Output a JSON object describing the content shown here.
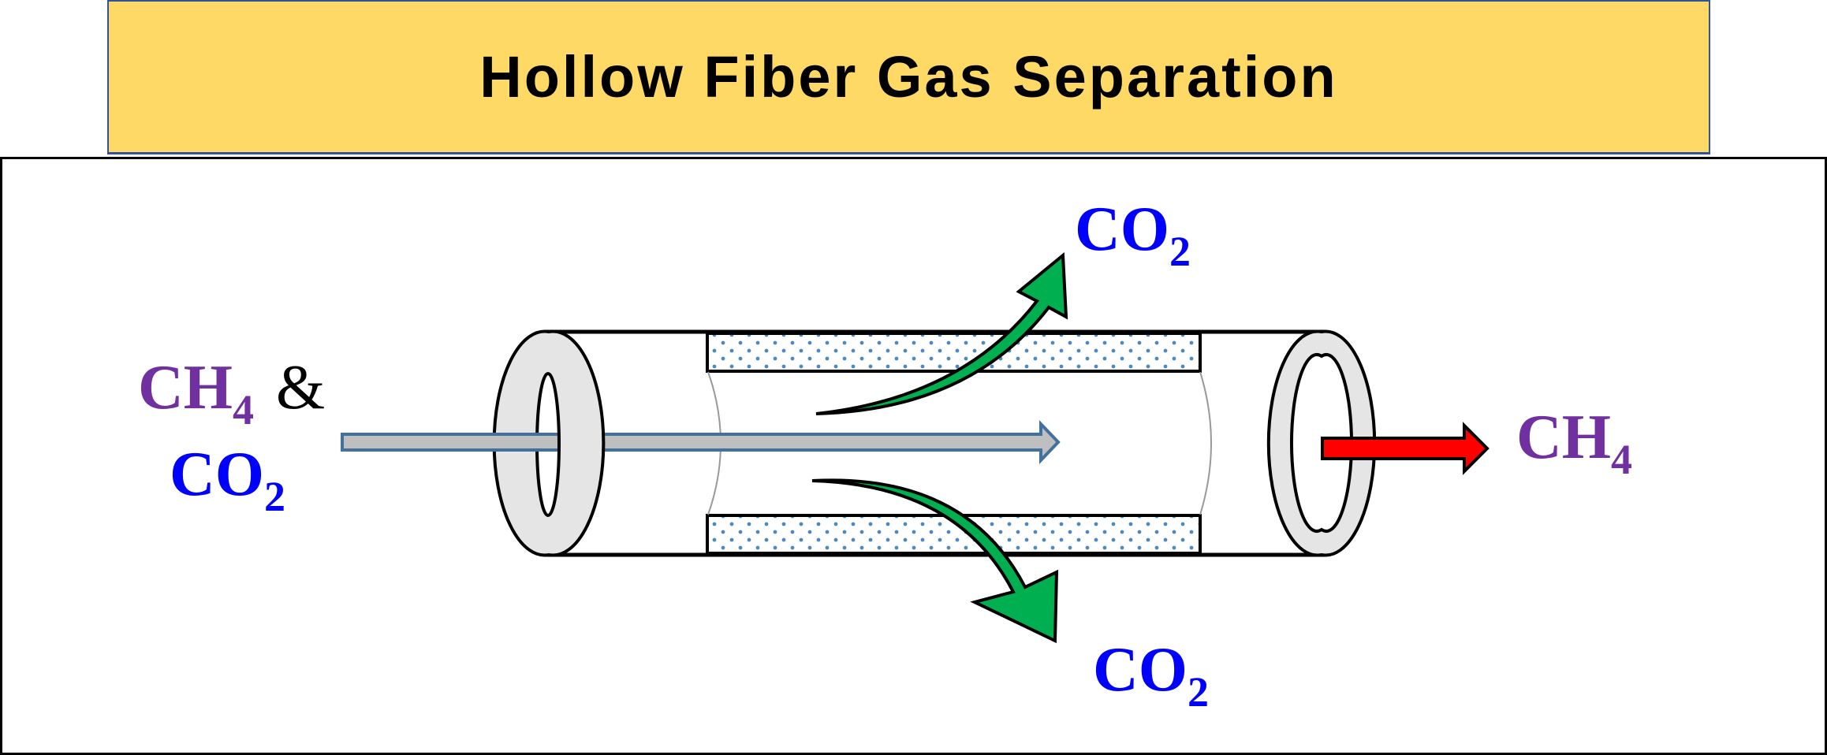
{
  "title": "Hollow Fiber Gas Separation",
  "colors": {
    "banner_fill": "#FFD966",
    "banner_border": "#2F5597",
    "ch4": "#7030A0",
    "co2": "#0000FF",
    "ampersand": "#000000",
    "permeate_arrow": "#00B050",
    "retentate_arrow": "#FF0000",
    "feed_arrow_fill": "#BFBFBF",
    "feed_arrow_border": "#41719C",
    "membrane_dots": "#2E75B6",
    "end_cap": "#E5E5E5"
  },
  "labels": {
    "feed": {
      "line1": {
        "species": "CH",
        "subscript": "4",
        "suffix": "&"
      },
      "line2": {
        "species": "CO",
        "subscript": "2"
      }
    },
    "permeate_top": {
      "species": "CO",
      "subscript": "2"
    },
    "permeate_bottom": {
      "species": "CO",
      "subscript": "2"
    },
    "retentate": {
      "species": "CH",
      "subscript": "4"
    }
  }
}
